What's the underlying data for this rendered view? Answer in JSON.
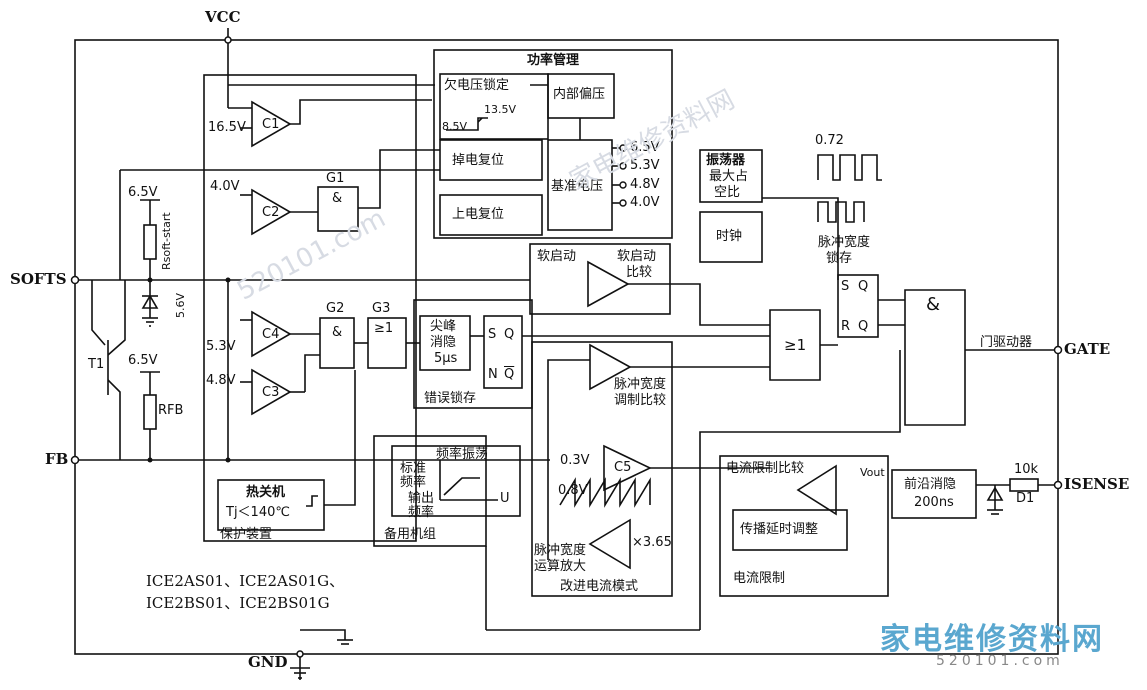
{
  "pins": {
    "vcc": "VCC",
    "softs": "SOFTS",
    "fb": "FB",
    "gnd": "GND",
    "gate": "GATE",
    "isense": "ISENSE"
  },
  "power_mgmt": {
    "title": "功率管理",
    "uvlo": "欠电压锁定",
    "hyst_high": "13.5V",
    "hyst_low": "8.5V",
    "internal_bias": "内部偏压",
    "power_down_reset": "掉电复位",
    "power_up_reset": "上电复位",
    "ref_voltage": "基准电压",
    "ref_outputs": [
      "6.5V",
      "5.3V",
      "4.8V",
      "4.0V"
    ]
  },
  "comparators": {
    "c1": "C1",
    "c1_ref": "16.5V",
    "c2": "C2",
    "c2_ref": "4.0V",
    "c4": "C4",
    "c4_ref": "5.3V",
    "c3": "C3",
    "c3_ref": "4.8V",
    "c5": "C5",
    "c5_ref": "0.3V"
  },
  "gates": {
    "g1": "G1",
    "g1_sym": "&",
    "g2": "G2",
    "g2_sym": "&",
    "g3": "G3",
    "g3_sym": "≥1",
    "or_main": "≥1",
    "and_main": "&"
  },
  "left": {
    "r_start_v": "6.5V",
    "r_start": "Rsoft-start",
    "zener": "5.6V",
    "t1": "T1",
    "rfb_v": "6.5V",
    "rfb": "RFB"
  },
  "spike": {
    "line1": "尖峰",
    "line2": "消隐",
    "line3": "5μs"
  },
  "latch": {
    "s": "S",
    "r": "N",
    "q": "Q",
    "qbar": "Q",
    "label": "错误锁存"
  },
  "softstart": {
    "label1": "软启动",
    "label2": "软启动",
    "label3": "比较"
  },
  "pwm": {
    "label1": "脉冲宽度",
    "label2": "调制比较",
    "ramp": "0.8V",
    "amp1": "脉冲宽度",
    "amp2": "运算放大",
    "gain": "×3.65",
    "mode": "改进电流模式"
  },
  "thermal": {
    "title": "热关机",
    "cond": "Tj＜140℃",
    "label": "保护装置"
  },
  "standby": {
    "t1": "频率振荡",
    "t2": "标准",
    "t3": "频率",
    "t4": "输出",
    "t5": "频率",
    "axis": "U",
    "label": "备用机组"
  },
  "osc": {
    "t1": "振荡器",
    "t2": "最大占",
    "t3": "空比",
    "clock": "时钟",
    "duty": "0.72"
  },
  "pwm_latch": {
    "t1": "脉冲宽度",
    "t2": "锁存",
    "s": "S",
    "r": "R",
    "q": "Q",
    "q2": "Q"
  },
  "driver": "门驱动器",
  "current": {
    "cmp": "电流限制比较",
    "vout": "Vout",
    "blank1": "前沿消隐",
    "blank2": "200ns",
    "delay": "传播延时调整",
    "limit": "电流限制",
    "res": "10k",
    "diode": "D1"
  },
  "models": {
    "line1": "ICE2AS01、ICE2AS01G、",
    "line2": "ICE2BS01、ICE2BS01G"
  },
  "watermark": {
    "brand": "家电维修资料网",
    "url": "520101.com"
  }
}
